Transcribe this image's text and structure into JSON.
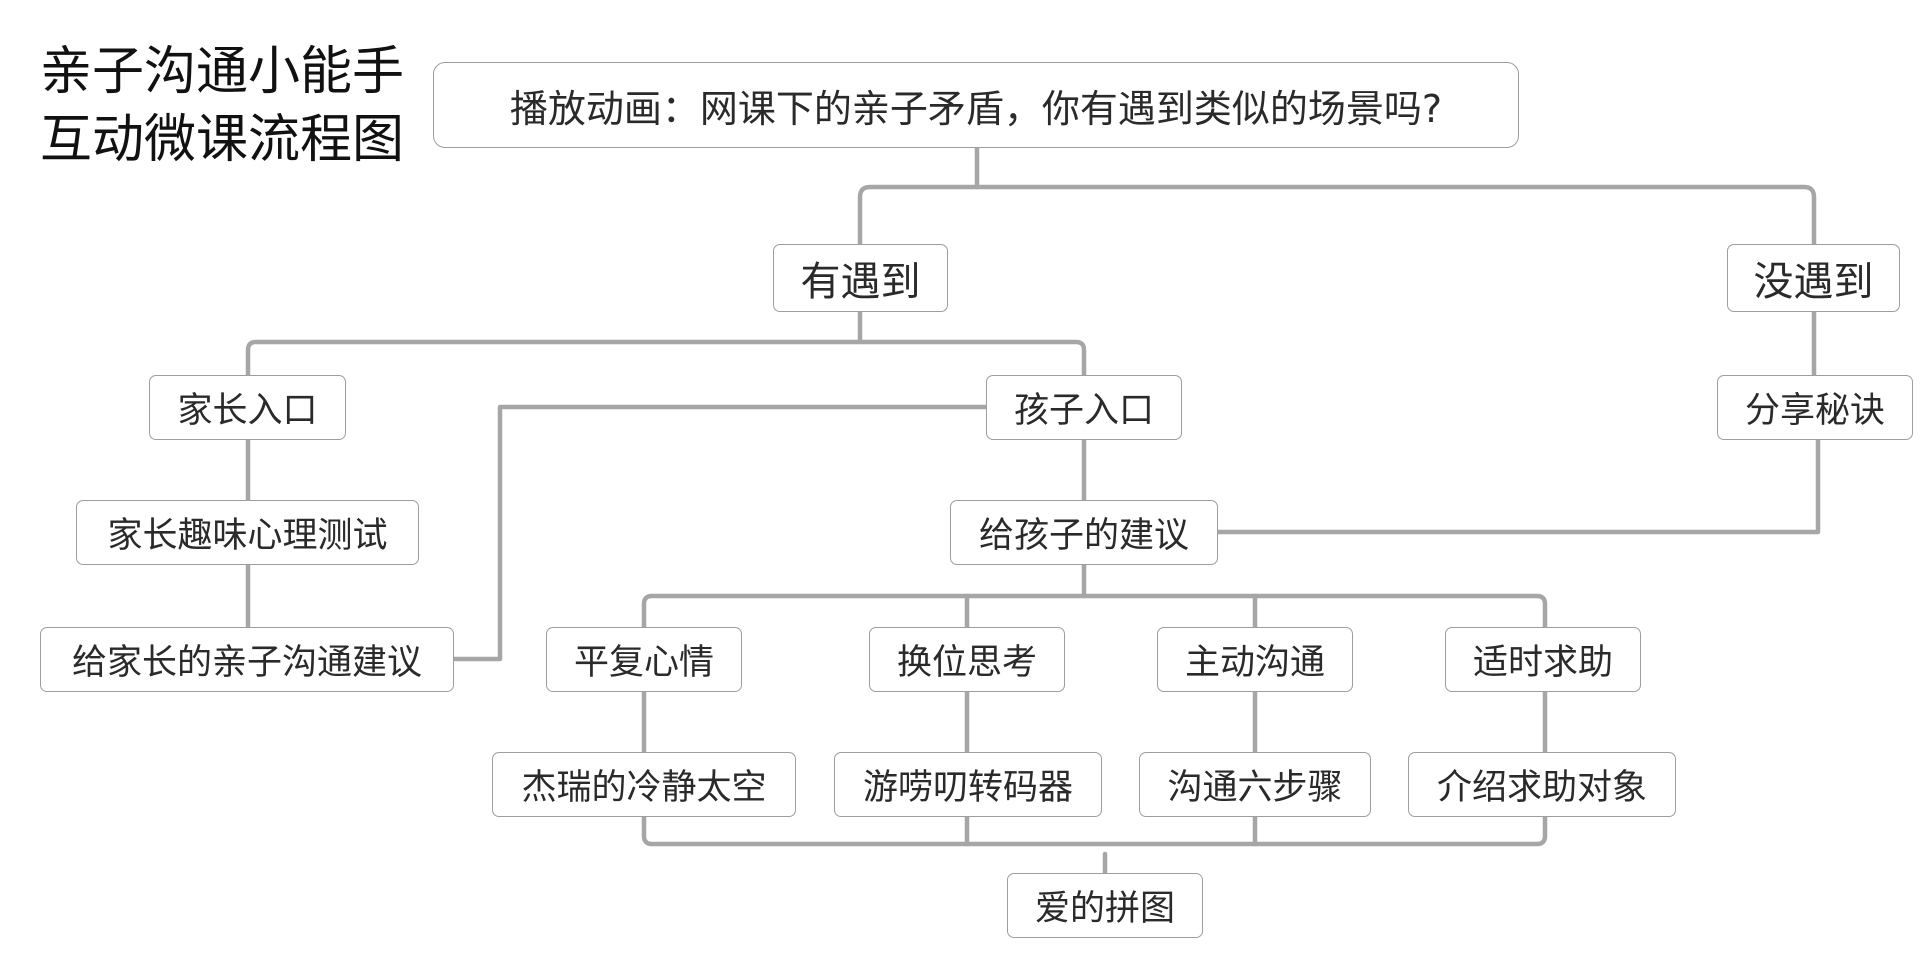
{
  "title": {
    "line1": "亲子沟通小能手",
    "line2": "互动微课流程图"
  },
  "nodes": {
    "root": "播放动画：网课下的亲子矛盾，你有遇到类似的场景吗?",
    "met": "有遇到",
    "not_met": "没遇到",
    "parent_entry": "家长入口",
    "child_entry": "孩子入口",
    "share_tips": "分享秘诀",
    "parent_test": "家长趣味心理测试",
    "child_advice": "给孩子的建议",
    "parent_advice": "给家长的亲子沟通建议",
    "calm_down": "平复心情",
    "perspective": "换位思考",
    "communicate": "主动沟通",
    "seek_help": "适时求助",
    "jerry_space": "杰瑞的冷静太空",
    "translator": "游唠叨转码器",
    "six_steps": "沟通六步骤",
    "help_targets": "介绍求助对象",
    "love_puzzle": "爱的拼图"
  },
  "colors": {
    "connector": "#a6a6a6",
    "border": "#9e9e9e",
    "text": "#2a2a2a"
  }
}
